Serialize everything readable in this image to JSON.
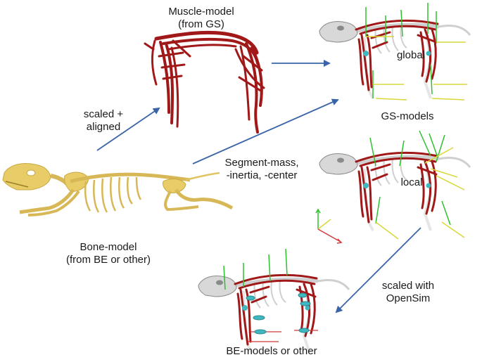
{
  "labels": {
    "muscle_model": [
      "Muscle-model",
      "(from GS)"
    ],
    "scaled_aligned": [
      "scaled +",
      "aligned"
    ],
    "segment": [
      "Segment-mass,",
      "-inertia, -center"
    ],
    "bone_model": [
      "Bone-model",
      "(from BE or other)"
    ],
    "gs_models": "GS-models",
    "global": "global",
    "local": "local",
    "scaled_opensim": [
      "scaled with",
      "OpenSim"
    ],
    "be_models": "BE-models or other"
  },
  "colors": {
    "arrow": "#3a64a8",
    "muscle": "#a01818",
    "bone_yellow": "#e8cc68",
    "bone_grey": "#d8d8d8",
    "axis_green": "#2ec02e",
    "axis_yellow": "#d8d83a",
    "axis_red": "#d23a3a",
    "joint_cyan": "#3fb8c0"
  }
}
